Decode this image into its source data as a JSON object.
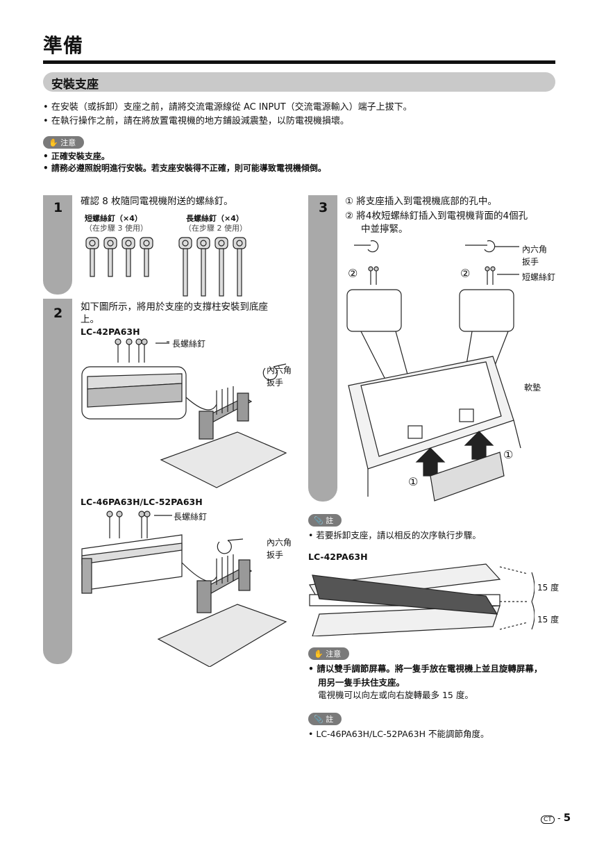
{
  "page": {
    "title": "準備",
    "section_title": "安裝支座",
    "intro_bullets": [
      "在安裝（或拆卸）支座之前，請將交流電源線從 AC INPUT（交流電源輸入）端子上拔下。",
      "在執行操作之前，請在將放置電視機的地方鋪設減震墊，以防電視機損壞。"
    ],
    "caution_label": "注意",
    "caution_bullets": [
      "正確安裝支座。",
      "請務必遵照說明進行安裝。若支座安裝得不正確，則可能導致電視機傾倒。"
    ],
    "page_number": "5",
    "lang_badge": "CT"
  },
  "step1": {
    "number": "1",
    "text": "確認 8 枚隨同電視機附送的螺絲釘。",
    "short_screw": "短螺絲釘（×4）",
    "short_screw_note": "（在步驟 3 使用）",
    "long_screw": "長螺絲釘（×4）",
    "long_screw_note": "（在步驟 2 使用）"
  },
  "step2": {
    "number": "2",
    "text_line1": "如下圖所示，將用於支座的支撐柱安裝到底座",
    "text_line2": "上。",
    "model_a": "LC-42PA63H",
    "model_b": "LC-46PA63H/LC-52PA63H",
    "long_screw_label": "長螺絲釘",
    "hex_wrench_label_1": "內六角",
    "hex_wrench_label_2": "扳手"
  },
  "step3": {
    "number": "3",
    "item1": "① 將支座插入到電視機底部的孔中。",
    "item2_line1": "② 將4枚短螺絲釘插入到電視機背面的4個孔",
    "item2_line2": "中並擰緊。",
    "hex_wrench_label_1": "內六角",
    "hex_wrench_label_2": "扳手",
    "short_screw_label": "短螺絲釘",
    "cushion_label": "軟墊",
    "circle_1": "①",
    "circle_2": "②"
  },
  "notes": {
    "note_label": "註",
    "note1": "若要拆卸支座，請以相反的次序執行步驟。",
    "model": "LC-42PA63H",
    "angle_top": "15 度",
    "angle_bottom": "15 度",
    "caution_label": "注意",
    "caution_bold_1": "請以雙手調節屏幕。將一隻手放在電視機上並且旋轉屏幕，",
    "caution_bold_2": "用另一隻手扶住支座。",
    "caution_plain": "電視機可以向左或向右旋轉最多 15 度。",
    "note2": "LC-46PA63H/LC-52PA63H 不能調節角度。"
  }
}
